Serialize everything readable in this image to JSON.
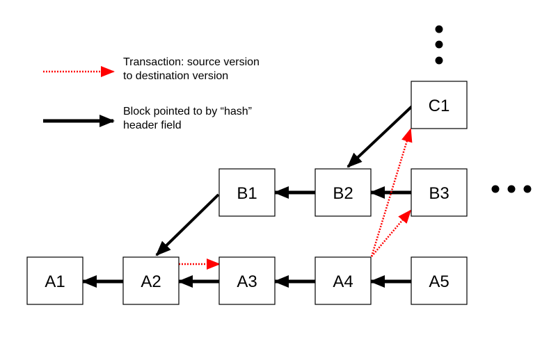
{
  "legend": {
    "transaction_line1": "Transaction: source version",
    "transaction_line2": "to destination version",
    "hash_line1": "Block pointed to by “hash”",
    "hash_line2": "header field"
  },
  "blocks": {
    "a1": "A1",
    "a2": "A2",
    "a3": "A3",
    "a4": "A4",
    "a5": "A5",
    "b1": "B1",
    "b2": "B2",
    "b3": "B3",
    "c1": "C1"
  },
  "colors": {
    "hash_arrow": "#000000",
    "transaction_arrow": "#ff0000",
    "block_border": "#000000"
  },
  "icons": {
    "continuation_up": "vertical-ellipsis-icon",
    "continuation_right": "horizontal-ellipsis-icon"
  }
}
